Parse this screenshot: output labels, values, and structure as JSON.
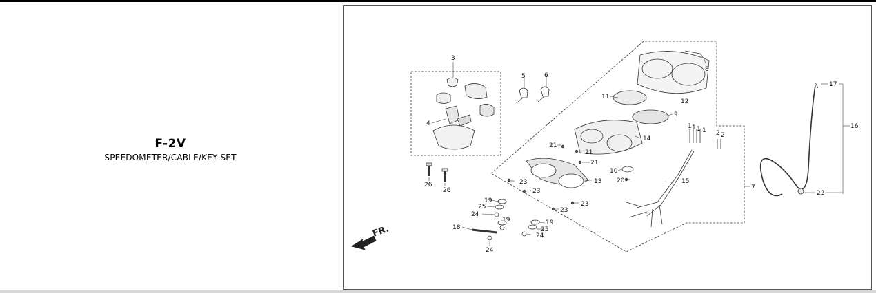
{
  "model": {
    "code": "F-2V",
    "description": "SPEEDOMETER/CABLE/KEY SET"
  },
  "diagram": {
    "direction_label": "FR.",
    "part_callouts": [
      "3",
      "4",
      "5",
      "6",
      "8",
      "12",
      "11",
      "9",
      "14",
      "21",
      "21",
      "21",
      "10",
      "20",
      "13",
      "23",
      "23",
      "23",
      "23",
      "19",
      "25",
      "24",
      "19",
      "18",
      "19",
      "25",
      "24",
      "24",
      "26",
      "26",
      "7",
      "15",
      "1",
      "1",
      "1",
      "1",
      "2",
      "2",
      "16",
      "17",
      "22"
    ]
  }
}
